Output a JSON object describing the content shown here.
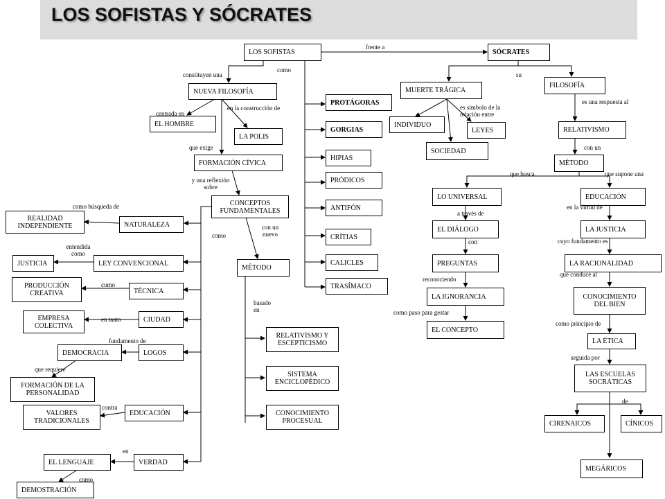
{
  "title": "LOS SOFISTAS Y SÓCRATES",
  "nodes": {
    "los_sofistas": "LOS SOFISTAS",
    "socrates": "SÓCRATES",
    "nueva_filosofia": "NUEVA FILOSOFÍA",
    "el_hombre": "EL HOMBRE",
    "la_polis": "LA POLIS",
    "formacion_civica": "FORMACIÓN CÍVICA",
    "conceptos_fundamentales": "CONCEPTOS FUNDAMENTALES",
    "realidad_independiente": "REALIDAD INDEPENDIENTE",
    "naturaleza": "NATURALEZA",
    "justicia": "JUSTICIA",
    "ley_convencional": "LEY CONVENCIONAL",
    "produccion_creativa": "PRODUCCIÓN CREATIVA",
    "tecnica": "TÉCNICA",
    "empresa_colectiva": "EMPRESA COLECTIVA",
    "ciudad": "CIUDAD",
    "democracia": "DEMOCRACIA",
    "logos": "LOGOS",
    "formacion_personalidad": "FORMACIÓN DE LA PERSONALIDAD",
    "valores_tradicionales": "VALORES TRADICIONALES",
    "educacion_s": "EDUCACIÓN",
    "el_lenguaje": "EL LENGUAJE",
    "verdad": "VERDAD",
    "demostracion": "DEMOSTRACIÓN",
    "metodo_s": "MÉTODO",
    "relativismo_esc": "RELATIVISMO Y ESCEPTICISMO",
    "sistema_enc": "SISTEMA ENCICLOPÉDICO",
    "conocimiento_proc": "CONOCIMIENTO PROCESUAL",
    "protagoras": "PROTÁGORAS",
    "gorgias": "GORGIAS",
    "hipias": "HIPIAS",
    "prodicos": "PRÓDICOS",
    "antifon": "ANTIFÓN",
    "critias": "CRÍTIAS",
    "calicles": "CALICLES",
    "trasimaco": "TRASÍMACO",
    "muerte_tragica": "MUERTE TRÁGICA",
    "individuo": "INDIVIDUO",
    "leyes": "LEYES",
    "sociedad": "SOCIEDAD",
    "filosofia": "FILOSOFÍA",
    "relativismo": "RELATIVISMO",
    "metodo": "MÉTODO",
    "lo_universal": "LO UNIVERSAL",
    "el_dialogo": "EL DIÁLOGO",
    "preguntas": "PREGUNTAS",
    "la_ignorancia": "LA IGNORANCIA",
    "el_concepto": "EL CONCEPTO",
    "educacion": "EDUCACIÓN",
    "la_justicia": "LA JUSTICIA",
    "la_racionalidad": "LA RACIONALIDAD",
    "conocimiento_bien": "CONOCIMIENTO DEL BIEN",
    "la_etica": "LA ÉTICA",
    "escuelas": "LAS ESCUELAS SOCRÁTICAS",
    "cirenaicos": "CIRENAICOS",
    "cinicos": "CÍNICOS",
    "megaricos": "MEGÁRICOS"
  },
  "links": {
    "frente_a": "frente a",
    "constituyen_una": "constituyen una",
    "como_1": "como",
    "centrada_en": "centrada en",
    "en_la_construccion": "en la construcción de",
    "que_exige": "que exige",
    "y_una_reflexion": "y una reflexión sobre",
    "como_busqueda": "como búsqueda de",
    "entendida_como": "entendida como",
    "como_2": "como",
    "en_tanto": "en tanto",
    "fundamento_de": "fundamento de",
    "que_requiere": "que requiere",
    "contra": "contra",
    "en": "en",
    "como_3": "como",
    "como_4": "como",
    "con_un_nuevo": "con un nuevo",
    "basado_en": "basado en",
    "su": "su",
    "es_simbolo": "es símbolo de la relación entre",
    "es_una_respuesta": "es una respuesta al",
    "con_un": "con un",
    "que_busca": "que busca",
    "que_supone_una": "que supone una",
    "a_traves_de": "a través de",
    "con": "con",
    "reconociendo": "reconociendo",
    "como_paso": "como paso para gestar",
    "en_la_virtud_de": "en la virtud de",
    "cuyo_fundamento": "cuyo fundamento es",
    "que_conduce_al": "que conduce al",
    "como_principio": "como principio de",
    "seguida_por": "seguida por",
    "de": "de"
  }
}
